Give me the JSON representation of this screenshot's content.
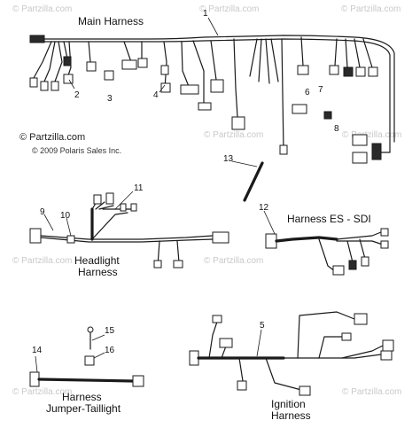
{
  "watermarks": [
    "© Partzilla.com",
    "© Partzilla.com",
    "© Partzilla.com",
    "© Partzilla.com",
    "© Partzilla.com",
    "© Partzilla.com",
    "© Partzilla.com",
    "© Partzilla.com",
    "© Partzilla.com"
  ],
  "brand": "© Partzilla.com",
  "copyright": "© 2009 Polaris Sales Inc.",
  "titles": {
    "main_harness": "Main Harness",
    "headlight_harness_1": "Headlight",
    "headlight_harness_2": "Harness",
    "harness_es_sdi": "Harness ES - SDI",
    "jumper_taillight_1": "Harness",
    "jumper_taillight_2": "Jumper-Taillight",
    "ignition_harness_1": "Ignition",
    "ignition_harness_2": "Harness"
  },
  "callouts": [
    "1",
    "2",
    "3",
    "4",
    "5",
    "6",
    "7",
    "8",
    "9",
    "10",
    "11",
    "12",
    "13",
    "14",
    "15",
    "16"
  ]
}
